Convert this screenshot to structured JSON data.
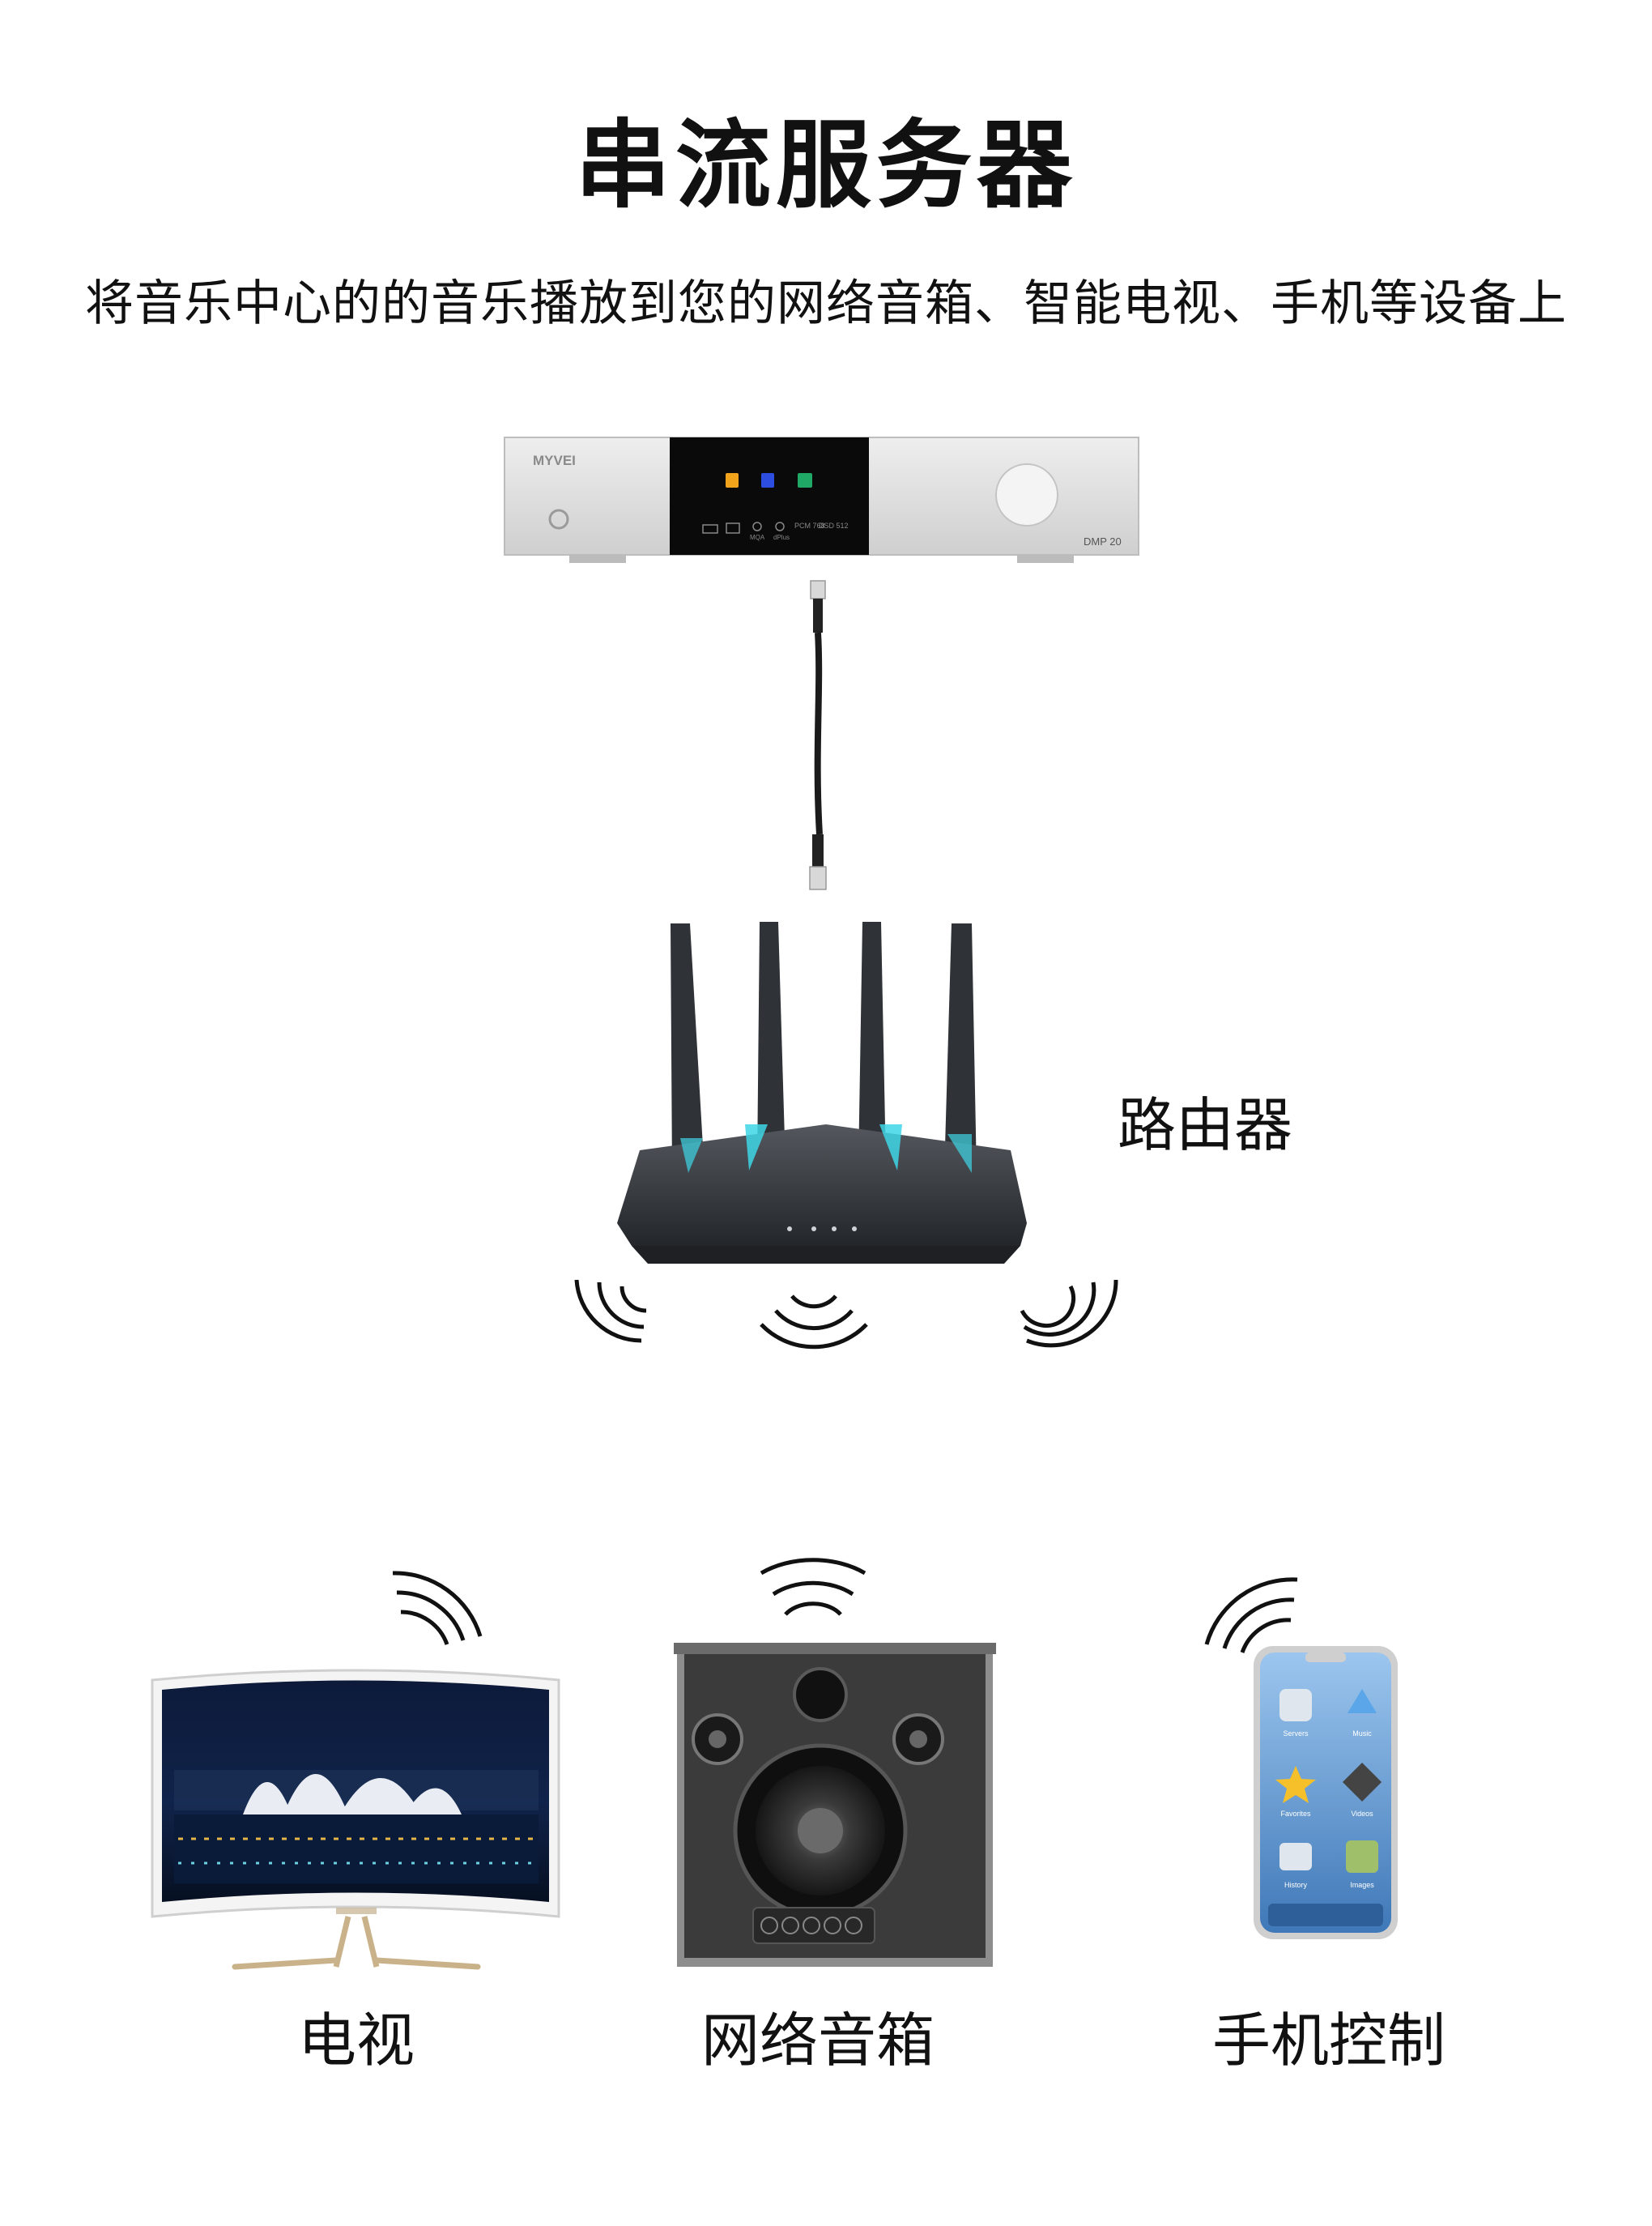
{
  "header": {
    "title": "串流服务器",
    "subtitle": "将音乐中心的的音乐播放到您的网络音箱、智能电视、手机等设备上"
  },
  "server": {
    "brand": "MYVEI",
    "model": "DMP 20",
    "badges": [
      "MQA",
      "dPlus",
      "PCM\n768",
      "DSD\n512"
    ]
  },
  "router": {
    "label": "路由器"
  },
  "devices": {
    "tv": "电视",
    "speaker": "网络音箱",
    "phone": "手机控制"
  },
  "phone_apps": [
    "Servers",
    "Music",
    "Favorites",
    "Videos",
    "History",
    "Images"
  ],
  "colors": {
    "text": "#111111",
    "server_silver": "#d9d9d9",
    "panel_black": "#0a0a0a",
    "led_orange": "#f2a31c",
    "led_blue": "#2d4de0",
    "led_green": "#1fa866",
    "router_dark": "#3a3d42",
    "router_glow": "#3ed6e6",
    "speaker_dark": "#3b3b3b"
  }
}
